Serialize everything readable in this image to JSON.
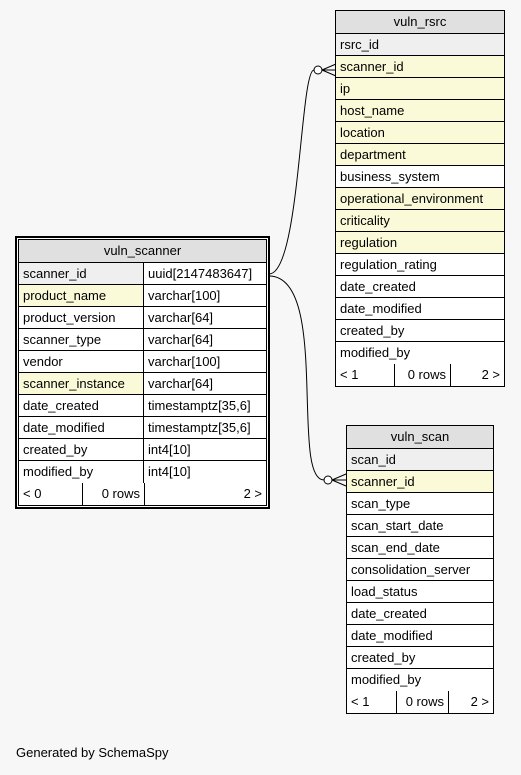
{
  "vuln_rsrc": {
    "title": "vuln_rsrc",
    "rows": [
      {
        "name": "rsrc_id",
        "kind": "pk"
      },
      {
        "name": "scanner_id",
        "kind": "fk"
      },
      {
        "name": "ip",
        "kind": "fk"
      },
      {
        "name": "host_name",
        "kind": "fk"
      },
      {
        "name": "location",
        "kind": "fk"
      },
      {
        "name": "department",
        "kind": "fk"
      },
      {
        "name": "business_system",
        "kind": ""
      },
      {
        "name": "operational_environment",
        "kind": "fk"
      },
      {
        "name": "criticality",
        "kind": "fk"
      },
      {
        "name": "regulation",
        "kind": "fk"
      },
      {
        "name": "regulation_rating",
        "kind": ""
      },
      {
        "name": "date_created",
        "kind": ""
      },
      {
        "name": "date_modified",
        "kind": ""
      },
      {
        "name": "created_by",
        "kind": ""
      },
      {
        "name": "modified_by",
        "kind": ""
      }
    ],
    "footer": {
      "parents": "< 1",
      "rows": "0 rows",
      "children": "2 >"
    }
  },
  "vuln_scanner": {
    "title": "vuln_scanner",
    "rows": [
      {
        "name": "scanner_id",
        "type": "uuid[2147483647]",
        "kind": "pk"
      },
      {
        "name": "product_name",
        "type": "varchar[100]",
        "kind": "fk"
      },
      {
        "name": "product_version",
        "type": "varchar[64]",
        "kind": ""
      },
      {
        "name": "scanner_type",
        "type": "varchar[64]",
        "kind": ""
      },
      {
        "name": "vendor",
        "type": "varchar[100]",
        "kind": ""
      },
      {
        "name": "scanner_instance",
        "type": "varchar[64]",
        "kind": "fk"
      },
      {
        "name": "date_created",
        "type": "timestamptz[35,6]",
        "kind": ""
      },
      {
        "name": "date_modified",
        "type": "timestamptz[35,6]",
        "kind": ""
      },
      {
        "name": "created_by",
        "type": "int4[10]",
        "kind": ""
      },
      {
        "name": "modified_by",
        "type": "int4[10]",
        "kind": ""
      }
    ],
    "footer": {
      "parents": "< 0",
      "rows": "0 rows",
      "children": "2 >"
    }
  },
  "vuln_scan": {
    "title": "vuln_scan",
    "rows": [
      {
        "name": "scan_id",
        "kind": "pk"
      },
      {
        "name": "scanner_id",
        "kind": "fk"
      },
      {
        "name": "scan_type",
        "kind": ""
      },
      {
        "name": "scan_start_date",
        "kind": ""
      },
      {
        "name": "scan_end_date",
        "kind": ""
      },
      {
        "name": "consolidation_server",
        "kind": ""
      },
      {
        "name": "load_status",
        "kind": ""
      },
      {
        "name": "date_created",
        "kind": ""
      },
      {
        "name": "date_modified",
        "kind": ""
      },
      {
        "name": "created_by",
        "kind": ""
      },
      {
        "name": "modified_by",
        "kind": ""
      }
    ],
    "footer": {
      "parents": "< 1",
      "rows": "0 rows",
      "children": "2 >"
    }
  },
  "credit": "Generated by SchemaSpy"
}
